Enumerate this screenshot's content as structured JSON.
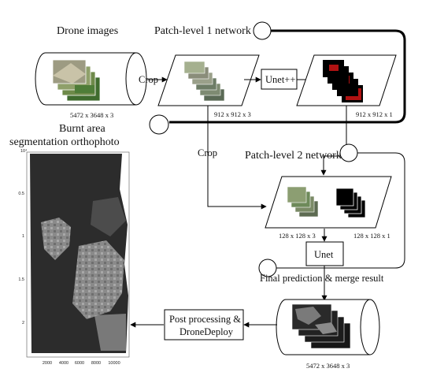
{
  "labels": {
    "drone_images": "Drone images",
    "patch_level_1": "Patch-level 1 network",
    "patch_level_2": "Patch-level 2 network",
    "crop_top": "Crop",
    "crop_mid": "Crop",
    "unetpp": "Unet++",
    "unet": "Unet",
    "dim_drone": "5472 x 3648 x 3",
    "dim_p1_input": "912 x 912 x 3",
    "dim_p1_output": "912 x 912 x 1",
    "dim_p2_input": "128 x 128 x 3",
    "dim_p2_output": "128 x 128 x 1",
    "final_prediction": "Final prediction & merge result",
    "dim_final": "5472 x 3648 x 3",
    "post_processing_line1": "Post processing &",
    "post_processing_line2": "DroneDeploy",
    "ortho_title_line1": "Burnt area",
    "ortho_title_line2": "segmentation orthophoto"
  },
  "orthophoto_axes": {
    "y_exponent": "10⁴",
    "y_ticks": [
      "0.5",
      "1",
      "1.5",
      "2"
    ],
    "x_ticks": [
      "2000",
      "4000",
      "6000",
      "8000",
      "10000"
    ]
  },
  "colors": {
    "line": "#000000",
    "segmentation_red": "#b01212",
    "orthophoto_dark": "#2c2c2c"
  }
}
